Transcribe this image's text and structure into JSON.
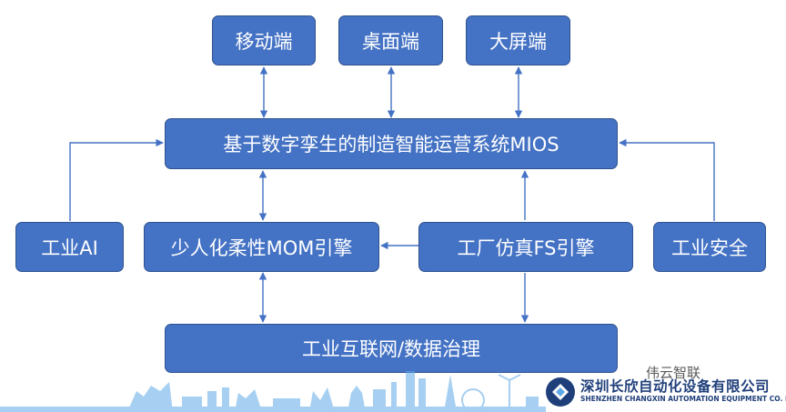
{
  "nodes": {
    "mobile": "移动端",
    "desktop": "桌面端",
    "bigscreen": "大屏端",
    "mios": "基于数字孪生的制造智能运营系统MIOS",
    "industrial_ai": "工业AI",
    "mom": "少人化柔性MOM引擎",
    "fs": "工厂仿真FS引擎",
    "security": "工业安全",
    "iot": "工业互联网/数据治理"
  },
  "brand": {
    "name_cn": "深圳长欣自动化设备有限公司",
    "name_en": "SHENZHEN CHANGXIN AUTOMATION EQUIPMENT CO. LTD"
  },
  "watermark": "伟云智联",
  "colors": {
    "node_fill": "#4472c4",
    "node_border": "#2f528f",
    "arrow": "#4472c4",
    "brand_text": "#1f3f7a"
  }
}
